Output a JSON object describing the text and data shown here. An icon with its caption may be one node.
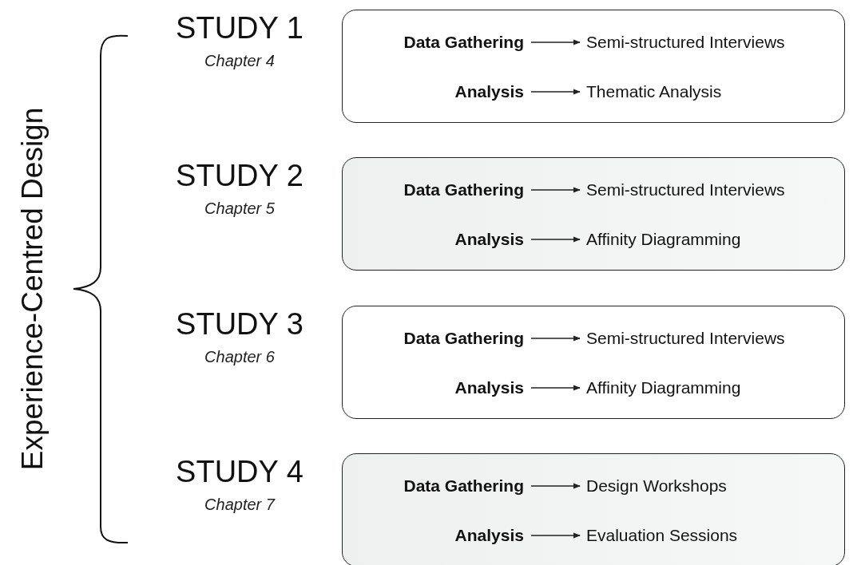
{
  "diagram": {
    "nodes": [
      {
        "text": [],
        "shape": "box"
      },
      {
        "text": [
          "Data Gathering"
        ],
        "in": 0
      },
      {
        "text": [
          "Semi-structured Interviews"
        ],
        "in": 0
      },
      {
        "text": [
          "Analysis"
        ],
        "in": 0
      },
      {
        "text": [
          "Thematic Analysis"
        ],
        "in": 0
      },
      {
        "text": [],
        "shape": "box"
      },
      {
        "text": [
          "Data Gathering"
        ],
        "in": 5
      },
      {
        "text": [
          "Semi-structured Interviews"
        ],
        "in": 5
      },
      {
        "text": [
          "Analysis"
        ],
        "in": 5
      },
      {
        "text": [
          "Affinity Diagramming"
        ],
        "in": 5
      },
      {
        "text": [],
        "shape": "box"
      },
      {
        "text": [
          "Data Gathering"
        ],
        "in": 10
      },
      {
        "text": [
          "Semi-structured Interviews"
        ],
        "in": 10
      },
      {
        "text": [
          "Analysis"
        ],
        "in": 10
      },
      {
        "text": [
          "Affinity Diagramming"
        ],
        "in": 10
      },
      {
        "text": [],
        "shape": "box"
      },
      {
        "text": [
          "Data Gathering"
        ],
        "in": 15
      },
      {
        "text": [
          "Design Workshops"
        ],
        "in": 15
      },
      {
        "text": [
          "Analysis"
        ],
        "in": 15
      },
      {
        "text": [
          "Evaluation Sessions"
        ],
        "in": 15
      }
    ],
    "edges": [
      {
        "from": 1,
        "to": 2,
        "arrow": "to"
      },
      {
        "from": 3,
        "to": 4,
        "arrow": "to"
      },
      {
        "from": 6,
        "to": 7,
        "arrow": "to"
      },
      {
        "from": 8,
        "to": 9,
        "arrow": "to"
      },
      {
        "from": 11,
        "to": 12,
        "arrow": "to"
      },
      {
        "from": 13,
        "to": 14,
        "arrow": "to"
      },
      {
        "from": 16,
        "to": 17,
        "arrow": "to"
      },
      {
        "from": 18,
        "to": 19,
        "arrow": "to"
      }
    ],
    "labels": [
      "Experience-Centred Design",
      "STUDY 1",
      "Chapter 4",
      "STUDY 2",
      "Chapter 5",
      "STUDY 3",
      "Chapter 6",
      "STUDY 4",
      "Chapter 7"
    ]
  }
}
